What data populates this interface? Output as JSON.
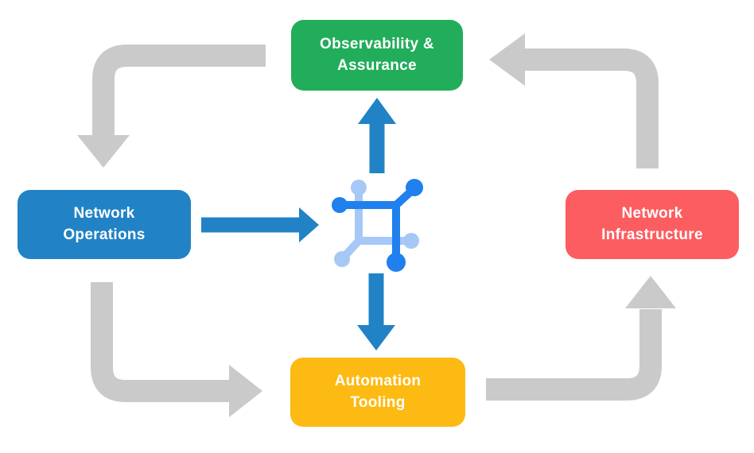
{
  "page": {
    "background": "#ffffff"
  },
  "nodes": [
    {
      "id": "observability-assurance",
      "lines": [
        "Observability &",
        "Assurance"
      ],
      "color": "#22AD5B",
      "text_color": "#ffffff"
    },
    {
      "id": "network-operations",
      "lines": [
        "Network",
        "Operations"
      ],
      "color": "#2183C5",
      "text_color": "#ffffff"
    },
    {
      "id": "network-infrastructure",
      "lines": [
        "Network",
        "Infrastructure"
      ],
      "color": "#FC5D60",
      "text_color": "#ffffff"
    },
    {
      "id": "automation-tooling",
      "lines": [
        "Automation",
        "Tooling"
      ],
      "color": "#FCBA12",
      "text_color": "#ffffff"
    }
  ],
  "arrows": {
    "cycle_color": "#CACACA",
    "center_color": "#2183C5"
  },
  "icon": {
    "name": "network-nodes-icon",
    "dark": "#1F80EE",
    "light": "#A6C8F7"
  }
}
